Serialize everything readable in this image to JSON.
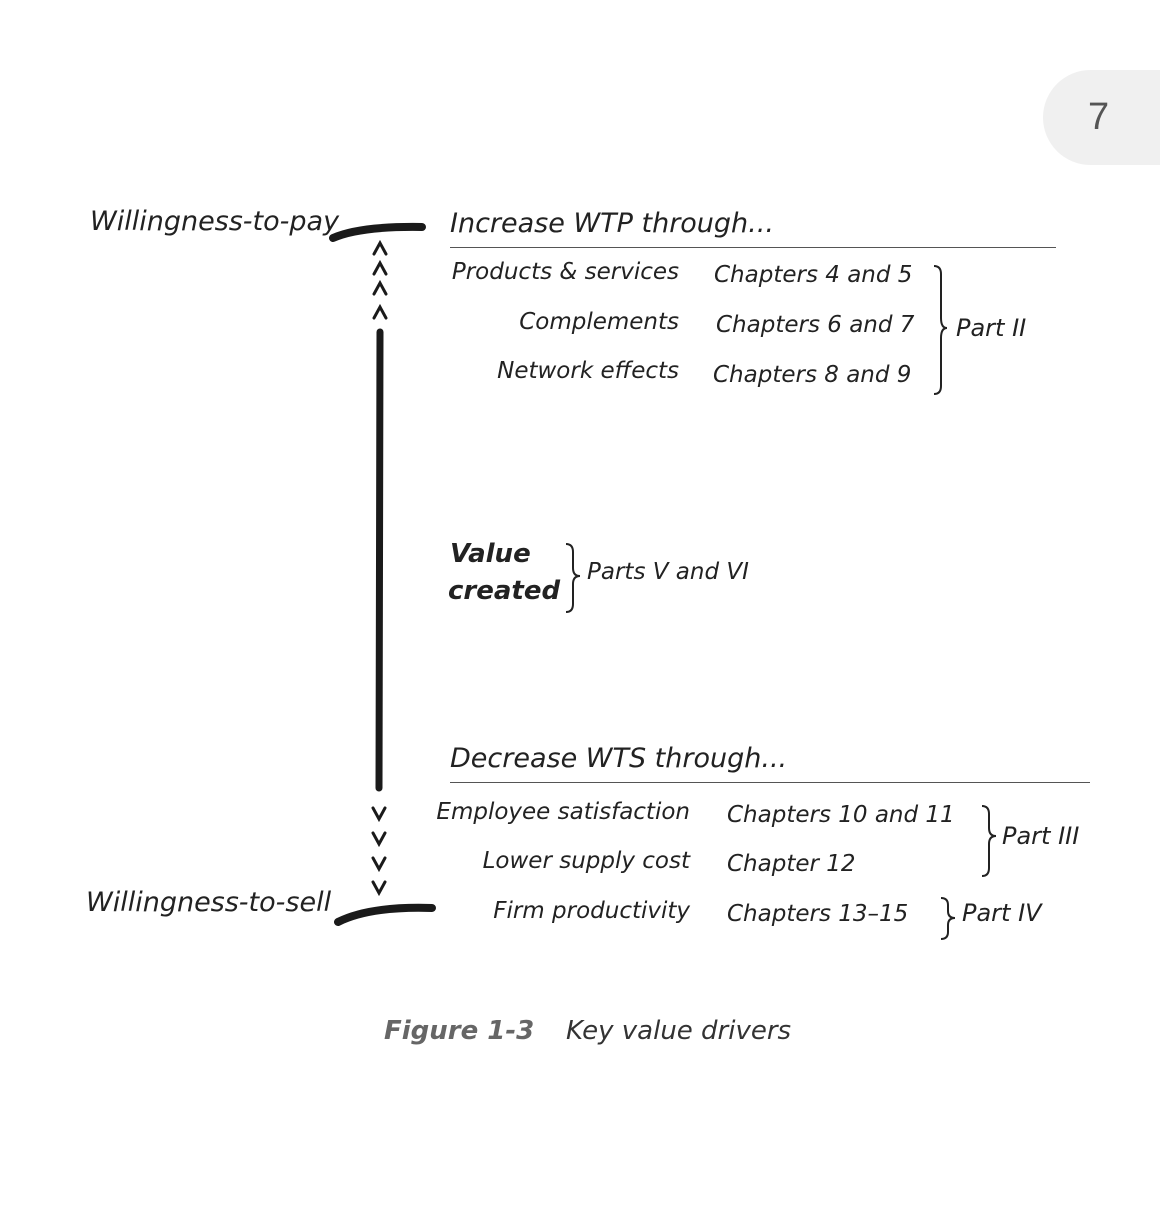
{
  "page_number": "7",
  "left_labels": {
    "top": "Willingness-to-pay",
    "bottom": "Willingness-to-sell"
  },
  "wtp": {
    "heading": "Increase WTP through...",
    "rows": [
      {
        "driver": "Products & services",
        "chapters": "Chapters 4 and 5"
      },
      {
        "driver": "Complements",
        "chapters": "Chapters 6 and 7"
      },
      {
        "driver": "Network effects",
        "chapters": "Chapters 8 and 9"
      }
    ],
    "part": "Part II"
  },
  "value": {
    "line1": "Value",
    "line2": "created",
    "parts": "Parts V and VI"
  },
  "wts": {
    "heading": "Decrease WTS through...",
    "rows": [
      {
        "driver": "Employee satisfaction",
        "chapters": "Chapters 10 and 11"
      },
      {
        "driver": "Lower supply cost",
        "chapters": "Chapter 12"
      },
      {
        "driver": "Firm productivity",
        "chapters": "Chapters 13–15"
      }
    ],
    "part_a": "Part III",
    "part_b": "Part IV"
  },
  "caption": {
    "label": "Figure 1-3",
    "text": "Key value drivers"
  },
  "colors": {
    "ink": "#222222",
    "caption_gray": "#666666",
    "badge_bg": "#f0f0f0"
  }
}
